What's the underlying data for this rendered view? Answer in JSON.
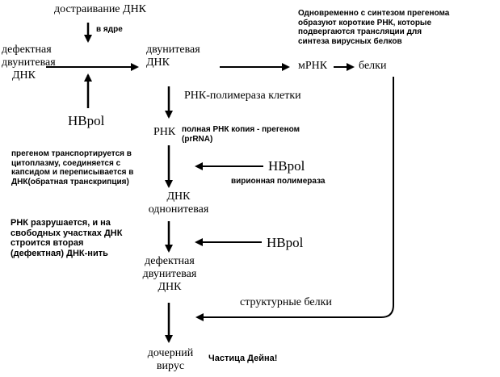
{
  "nodes": {
    "dna_completion": "достраивание ДНК",
    "in_nucleus": "в ядре",
    "defective_dna_left": [
      "дефектная",
      "двунитевая",
      "ДНК"
    ],
    "hbpol_left": "HBpol",
    "double_dna": [
      "двунитевая",
      "ДНК"
    ],
    "mrna": "мРНК",
    "proteins": "белки",
    "rna_polymerase": "РНК-полимераза клетки",
    "rna": "РНК",
    "single_dna": [
      "ДНК",
      "однонитевая"
    ],
    "defective_dna_center": [
      "дефектная",
      "двунитевая",
      "ДНК"
    ],
    "daughter_virus": [
      "дочерний",
      "вирус"
    ],
    "dane_particle": "Частица Дейна!",
    "hbpol_virion": "HBpol",
    "virion_polymerase": "вирионная полимераза",
    "hbpol_lower": "HBpol",
    "structural_proteins": "структурные белки"
  },
  "notes": {
    "pregenome_synthesis": [
      "Одновременно с синтезом прегенома",
      "образуют короткие РНК, которые",
      "подвергаются трансляции для",
      "синтеза вирусных белков"
    ],
    "full_rna_copy": [
      "полная РНК копия - прегеном",
      "(prRNA)"
    ],
    "pregenome_transport": [
      "прегеном транспортируется в",
      "цитоплазму, соединяется с",
      "капсидом и переписывается в",
      "ДНК(обратная транскрипция)"
    ],
    "rna_degraded": [
      "РНК разрушается, и на",
      "свободных участках ДНК",
      "строится вторая",
      "(дефектная) ДНК-нить"
    ]
  },
  "colors": {
    "ink": "#000000",
    "background": "#ffffff"
  }
}
